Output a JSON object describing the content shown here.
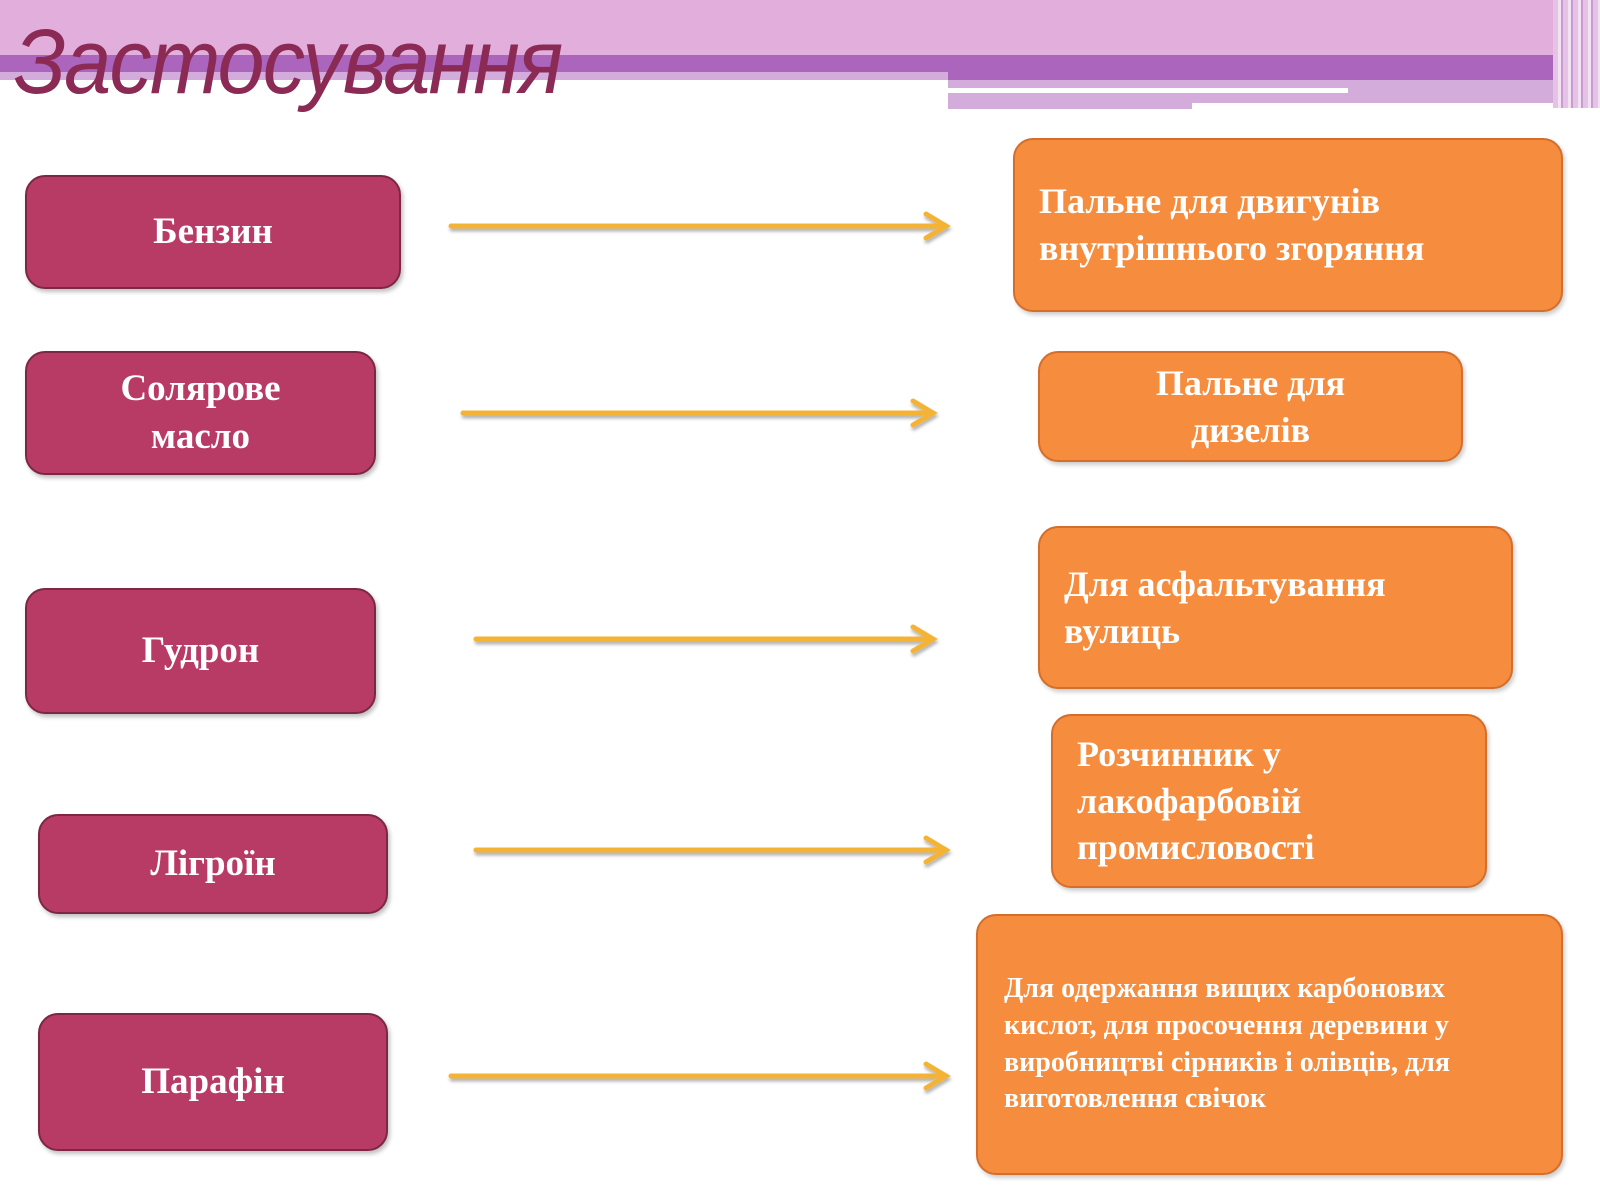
{
  "title": "Застосування",
  "colors": {
    "header_pink": "#e2aedb",
    "header_purple": "#ab65bd",
    "header_light": "#d3acdc",
    "left_box": "#b83b66",
    "right_box": "#f68c3e",
    "arrow": "#f5b335",
    "title": "#8b2a55"
  },
  "rows": [
    {
      "product": "Бензин",
      "use": "Пальне для двигунів внутрішнього згоряння"
    },
    {
      "product": "Солярове масло",
      "use": "Пальне для дизелів"
    },
    {
      "product": "Гудрон",
      "use": "Для асфальтування вулиць"
    },
    {
      "product": "Лігроїн",
      "use": "Розчинник у лакофарбовій промисловості"
    },
    {
      "product": "Парафін",
      "use": "Для одержання вищих карбонових кислот, для просочення деревини у виробництві сірників і олівців, для виготовлення свічок"
    }
  ]
}
